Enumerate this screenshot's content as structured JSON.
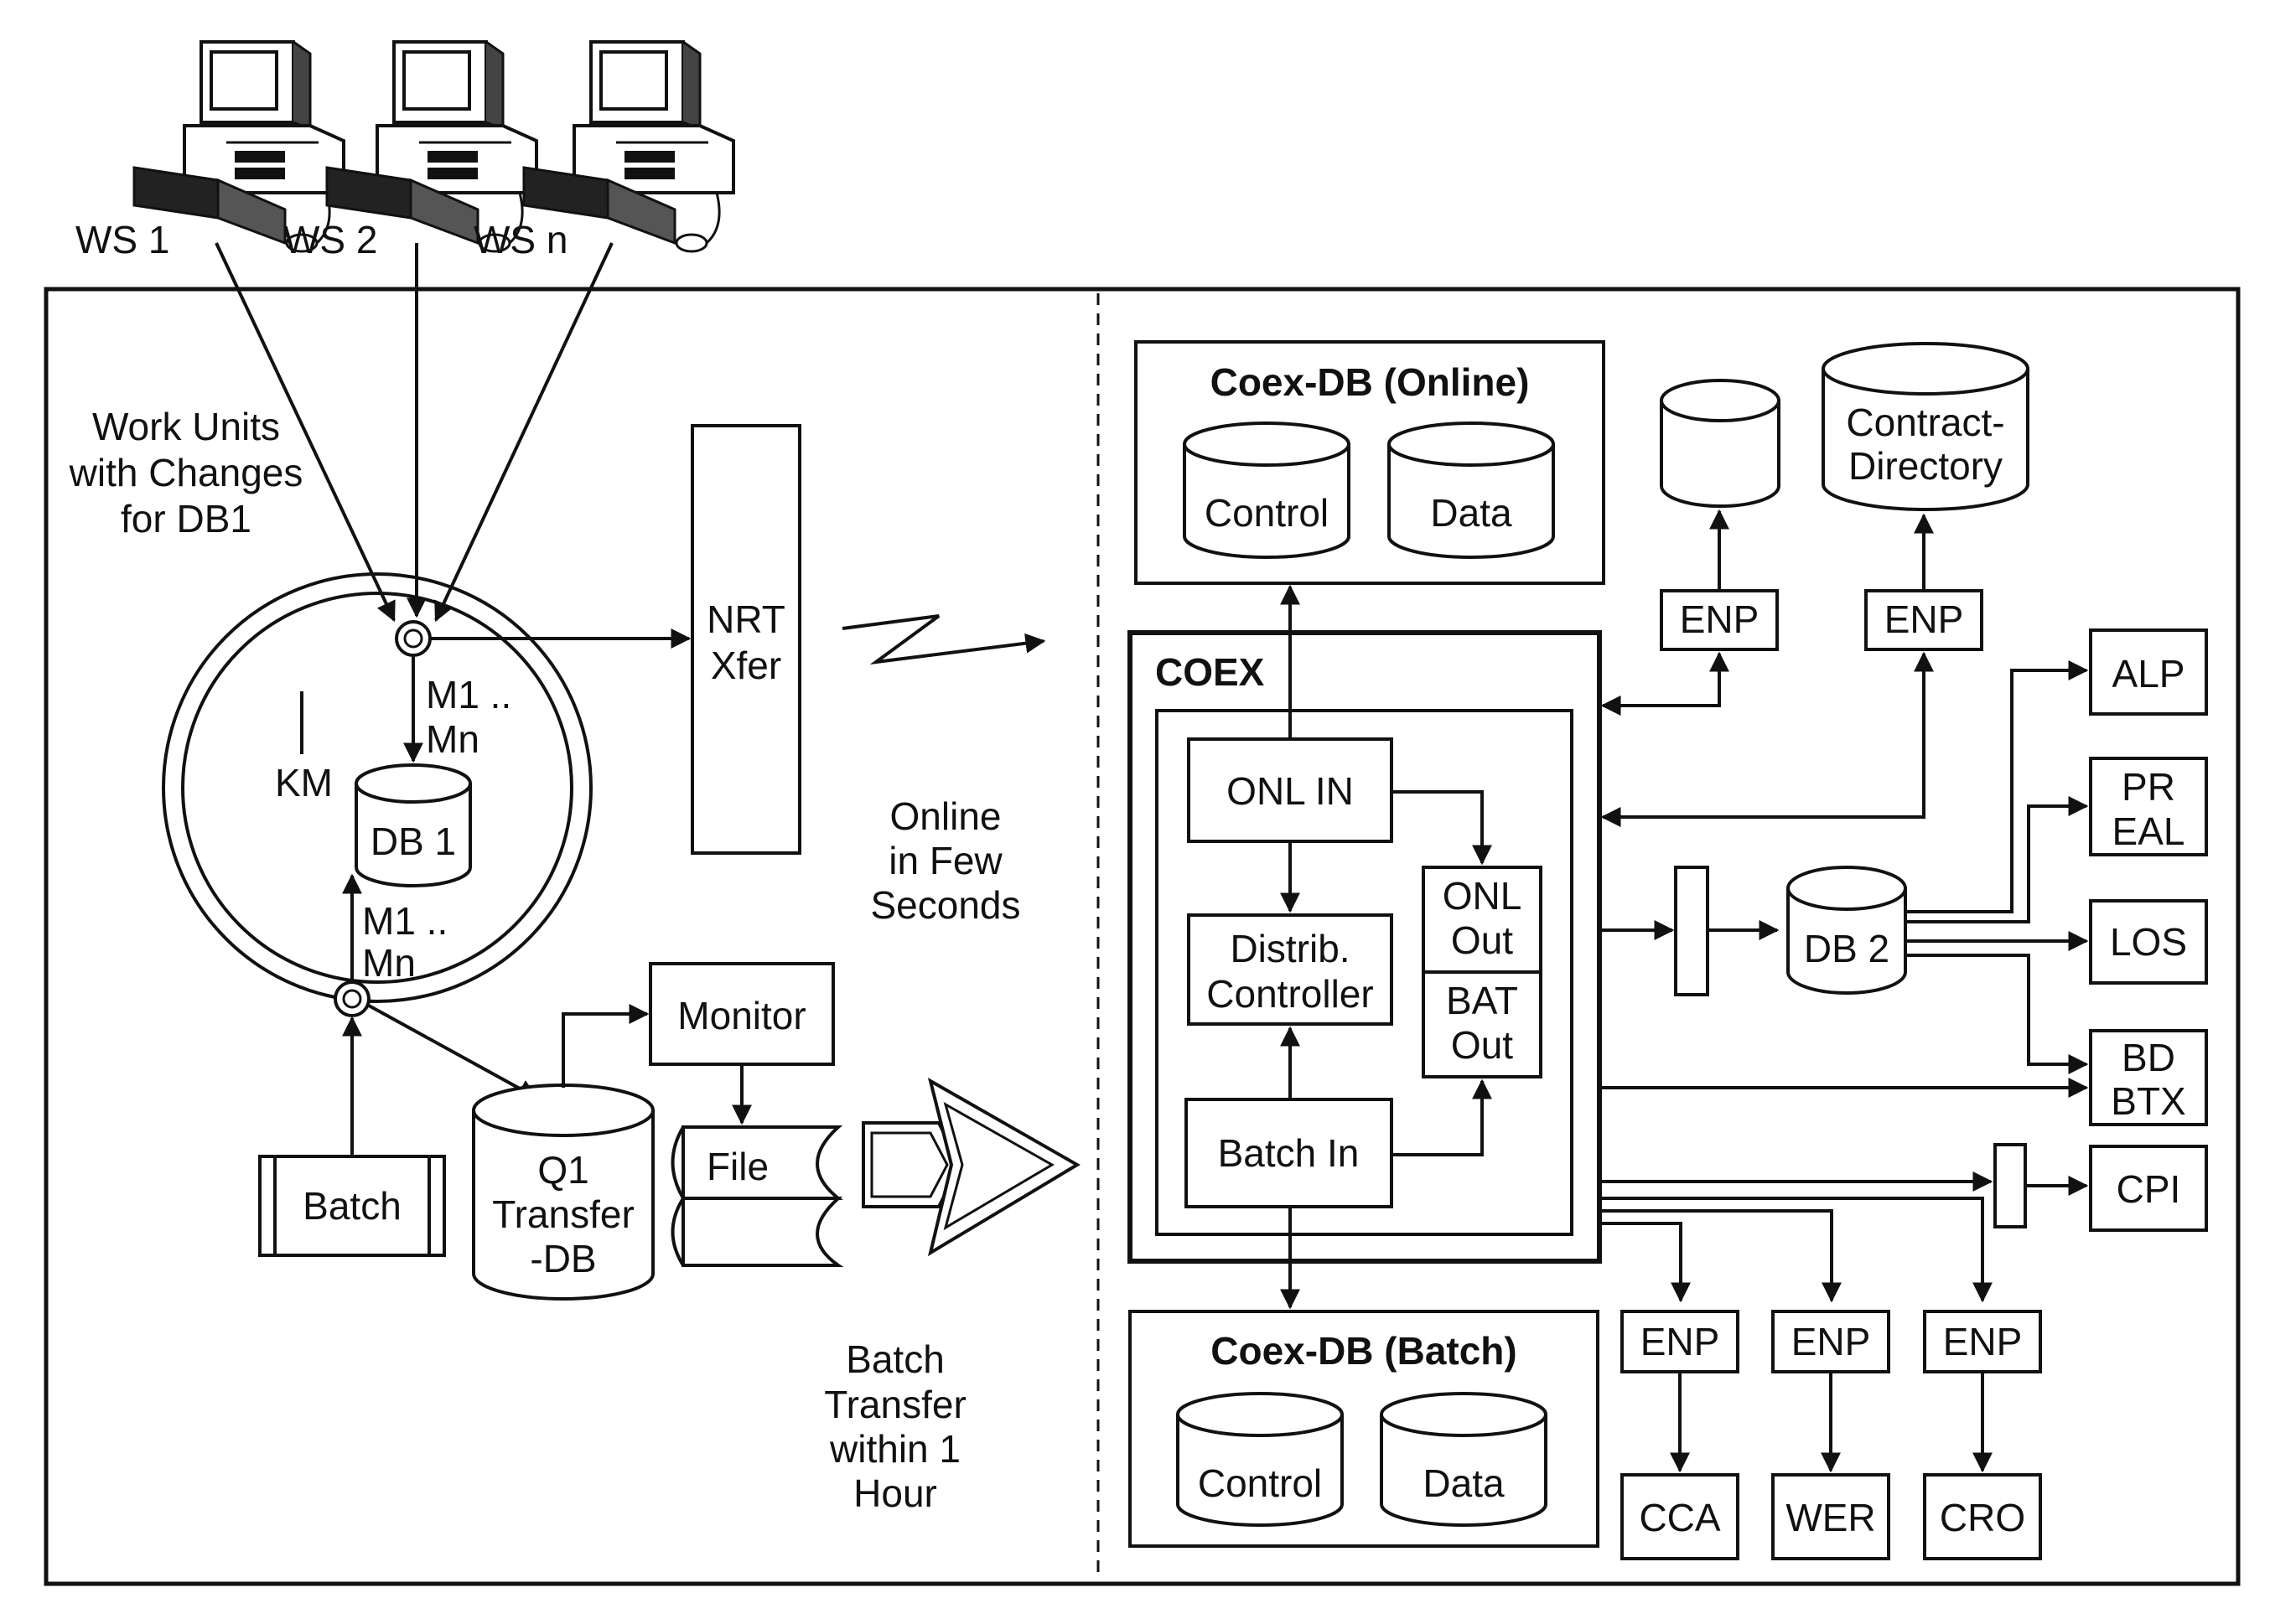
{
  "workstations": [
    {
      "id": "ws1",
      "label": "WS 1"
    },
    {
      "id": "ws2",
      "label": "WS 2"
    },
    {
      "id": "wsn",
      "label": "WS n"
    }
  ],
  "left": {
    "work_units_label": [
      "Work Units",
      "with Changes",
      "for DB1"
    ],
    "km_label": "KM",
    "db1_label": "DB 1",
    "m_top": [
      "M1 ..",
      "Mn"
    ],
    "m_bottom": [
      "M1 ..",
      "Mn"
    ],
    "nrt_label": [
      "NRT",
      "Xfer"
    ],
    "online_label": [
      "Online",
      "in Few",
      "Seconds"
    ],
    "monitor_label": "Monitor",
    "batch_label": "Batch",
    "q1_label": [
      "Q1",
      "Transfer",
      "-DB"
    ],
    "file_label": "File",
    "batch_transfer_label": [
      "Batch",
      "Transfer",
      "within 1",
      "Hour"
    ]
  },
  "right": {
    "coexdb_online": {
      "title": "Coex-DB (Online)",
      "control": "Control",
      "data": "Data"
    },
    "coexdb_batch": {
      "title": "Coex-DB (Batch)",
      "control": "Control",
      "data": "Data"
    },
    "coex_title": "COEX",
    "onl_in": "ONL IN",
    "distrib": [
      "Distrib.",
      "Controller"
    ],
    "onl_out": [
      "ONL",
      "Out"
    ],
    "bat_out": [
      "BAT",
      "Out"
    ],
    "batch_in": "Batch In",
    "contract_directory": [
      "Contract-",
      "Directory"
    ],
    "enp": "ENP",
    "db2": "DB 2",
    "outputs": {
      "alp": "ALP",
      "preal": [
        "PR",
        "EAL"
      ],
      "los": "LOS",
      "bdbtx": [
        "BD",
        "BTX"
      ],
      "cpi": "CPI"
    },
    "bottom_targets": {
      "cca": "CCA",
      "wer": "WER",
      "cro": "CRO"
    }
  }
}
